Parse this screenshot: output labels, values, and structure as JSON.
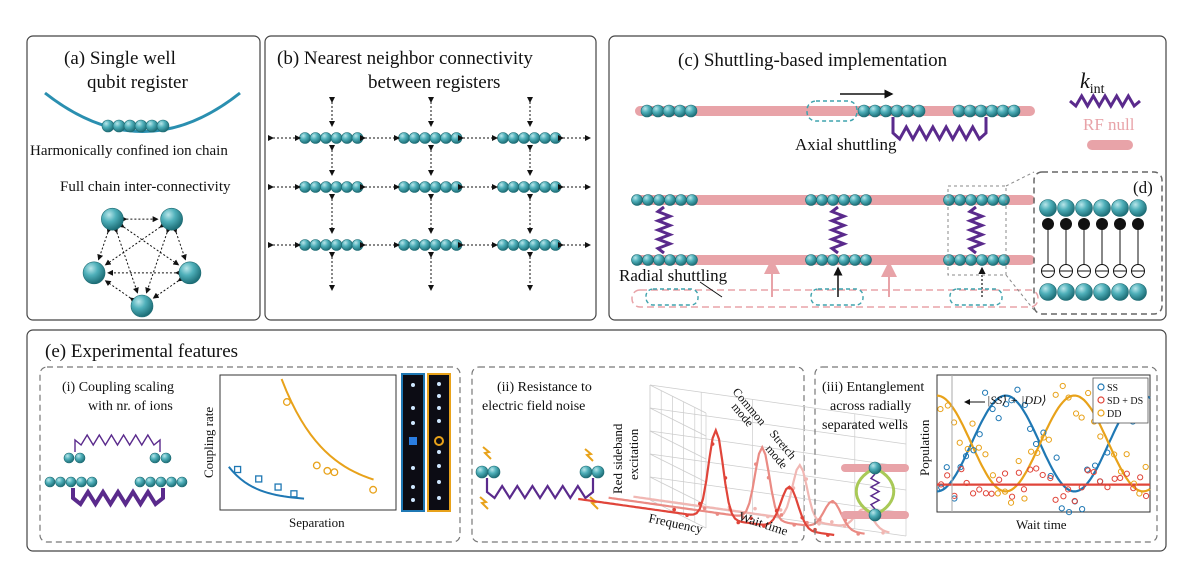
{
  "panel_a": {
    "title_line1": "(a)  Single well",
    "title_line2": "qubit register",
    "caption": "Harmonically confined ion chain",
    "caption2": "Full chain inter-connectivity"
  },
  "panel_b": {
    "title_line1": "(b)  Nearest neighbor connectivity",
    "title_line2": "between registers"
  },
  "panel_c": {
    "title": "(c)  Shuttling-based implementation",
    "axial_label": "Axial shuttling",
    "radial_label": "Radial shuttling",
    "legend_kint_base": "k",
    "legend_kint_sub": "int",
    "legend_rf": "RF null",
    "inset_label": "(d)"
  },
  "panel_e": {
    "title": "(e)  Experimental features",
    "i": {
      "title_line1": "(i) Coupling scaling",
      "title_line2": "with nr. of ions",
      "ylabel": "Coupling rate",
      "xlabel": "Separation"
    },
    "ii": {
      "title_line1": "(ii) Resistance to",
      "title_line2": "electric field noise",
      "zlabel_line1": "Red sideband",
      "zlabel_line2": "excitation",
      "xlabel": "Frequency",
      "ylabel": "Wait time",
      "common_line1": "Common",
      "common_line2": "mode",
      "stretch_line1": "Stretch",
      "stretch_line2": "mode"
    },
    "iii": {
      "title_line1": "(iii) Entanglement",
      "title_line2": "across radially",
      "title_line3": "separated wells",
      "ylabel": "Population",
      "xlabel": "Wait time",
      "state_label": "|SS⟩ + |DD⟩",
      "legend": [
        "SS",
        "SD + DS",
        "DD"
      ]
    }
  },
  "colors": {
    "ion": "#3fa3ad",
    "spring": "#5a2a8c",
    "rf": "#e8a3a8",
    "blue_series": "#1f78b4",
    "orange_series": "#e8a21a",
    "red_series": "#e0453a",
    "panel_border": "#444444"
  }
}
